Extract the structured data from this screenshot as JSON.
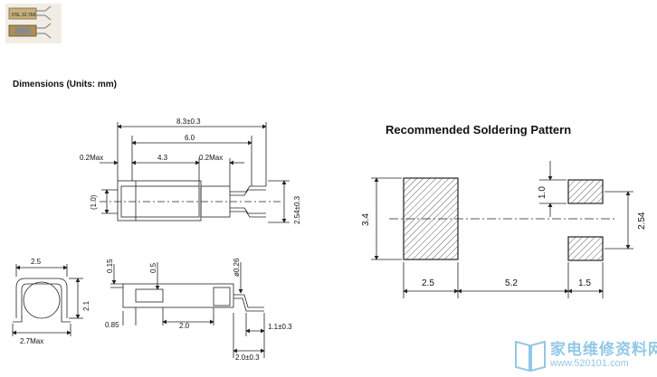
{
  "headings": {
    "dimensions": "Dimensions (Units: mm)",
    "soldering": "Recommended Soldering Pattern"
  },
  "product_label": "DSL 32.768",
  "side_view": {
    "overall_length": "8.3±0.3",
    "body_length": "6.0",
    "offset_left": "0.2Max",
    "offset_right": "0.2Max",
    "span_mid": "4.3",
    "height_left": "(1.0)",
    "height_right": "2.54±0.3"
  },
  "end_view": {
    "top_width": "2.5",
    "bottom_width": "2.7Max",
    "height": "2.1"
  },
  "bottom_view": {
    "dim_015": "0.15",
    "dim_05": "0.5",
    "dim_026": "ø0.26",
    "dim_085": "0.85",
    "dim_20": "2.0",
    "dim_11": "1.1±0.3",
    "dim_20b": "2.0±0.3"
  },
  "solder": {
    "pad_height": "3.4",
    "pad_width": "2.5",
    "gap": "5.2",
    "small_pad_width": "1.5",
    "small_pad_height": "1.0",
    "pitch": "2.54"
  },
  "watermark": {
    "text": "家电维修资料网",
    "url": "www.520101.com"
  }
}
